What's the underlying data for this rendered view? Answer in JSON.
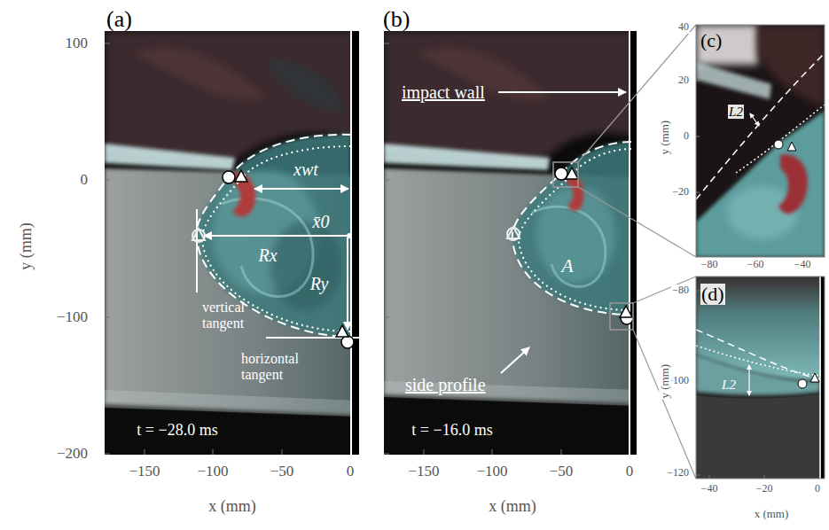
{
  "diagram": {
    "labels": [
      "(a)",
      "(b)",
      "100",
      "0",
      "−100",
      "−200",
      "y (mm)",
      "−150",
      "−100",
      "−50",
      "0",
      "x (mm)",
      "−150",
      "−100",
      "−50",
      "0",
      "x (mm)",
      "(c)",
      "(d)",
      "xwt",
      "x̄0",
      "Rx",
      "Ry",
      "vertical tangent",
      "horizontal tangent",
      "t = −28.0 ms",
      "impact wall",
      "A",
      "side profile",
      "t = −16.0 ms",
      "L2",
      "40",
      "20",
      "0",
      "−20",
      "y (mm)",
      "−80",
      "−60",
      "−40",
      "L2",
      "−80",
      "−100",
      "−120",
      "y (mm)",
      "−40",
      "−20",
      "0",
      "x (mm)"
    ]
  }
}
